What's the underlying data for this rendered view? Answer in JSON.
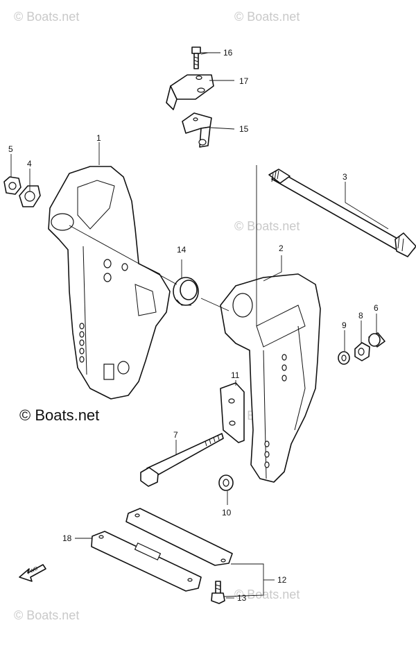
{
  "watermark": {
    "text": "© Boats.net",
    "main_text": "© Boats.net"
  },
  "callouts": [
    {
      "id": "1",
      "label": "1"
    },
    {
      "id": "2",
      "label": "2"
    },
    {
      "id": "3",
      "label": "3"
    },
    {
      "id": "4",
      "label": "4"
    },
    {
      "id": "5",
      "label": "5"
    },
    {
      "id": "6",
      "label": "6"
    },
    {
      "id": "7",
      "label": "7"
    },
    {
      "id": "8",
      "label": "8"
    },
    {
      "id": "9",
      "label": "9"
    },
    {
      "id": "10",
      "label": "10"
    },
    {
      "id": "11",
      "label": "11"
    },
    {
      "id": "12",
      "label": "12"
    },
    {
      "id": "13",
      "label": "13"
    },
    {
      "id": "14",
      "label": "14"
    },
    {
      "id": "15",
      "label": "15"
    },
    {
      "id": "16",
      "label": "16"
    },
    {
      "id": "17",
      "label": "17"
    },
    {
      "id": "18",
      "label": "18"
    }
  ],
  "fwd_arrow": {
    "label": "FWD",
    "icon": "fwd-arrow-icon"
  }
}
